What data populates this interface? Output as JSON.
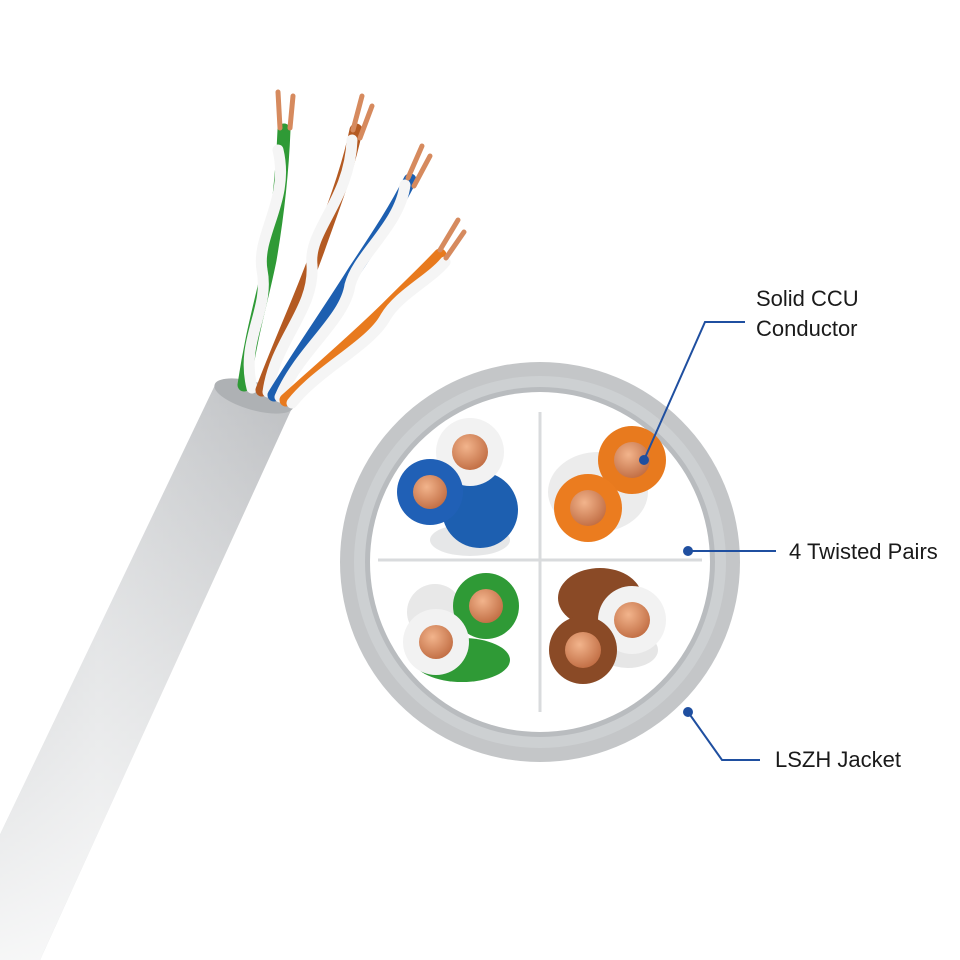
{
  "callouts": {
    "conductor": {
      "line1": "Solid CCU",
      "line2": "Conductor"
    },
    "twisted_pairs": {
      "label": "4 Twisted Pairs"
    },
    "jacket": {
      "label": "LSZH Jacket"
    }
  },
  "colors": {
    "jacket_gray": "#c4c6c8",
    "leader_blue": "#1f4fa0",
    "copper": "#d68a5e",
    "pair_blue": "#1d5fb0",
    "pair_orange": "#e87a1e",
    "pair_green": "#2f9a36",
    "pair_brown": "#8a4a26"
  }
}
